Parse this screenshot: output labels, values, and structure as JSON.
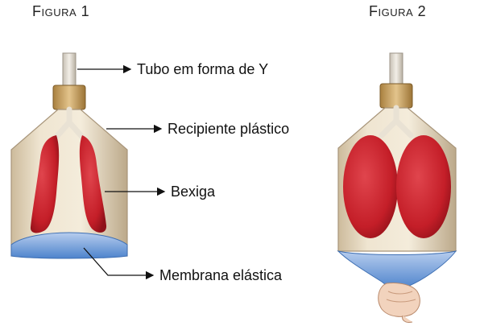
{
  "figures": [
    {
      "title": "Figura 1"
    },
    {
      "title": "Figura 2"
    }
  ],
  "labels": {
    "tube": "Tubo em forma de Y",
    "container": "Recipiente plástico",
    "bladder": "Bexiga",
    "membrane": "Membrana elástica"
  },
  "colors": {
    "bottle": "#e8dcc6",
    "cap": "#c9a46a",
    "balloon": "#c8202a",
    "membrane": "#5b8fd1"
  }
}
